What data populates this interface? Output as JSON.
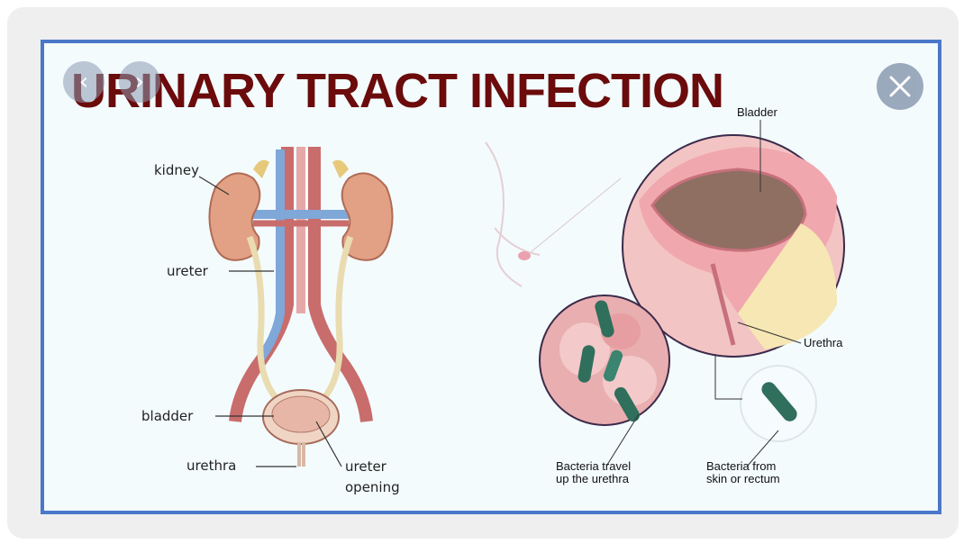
{
  "slide": {
    "title": "URINARY TRACT INFECTION",
    "left_labels": {
      "kidney": "kidney",
      "ureter": "ureter",
      "bladder": "bladder",
      "urethra": "urethra",
      "ureter_opening_1": "ureter",
      "ureter_opening_2": "opening"
    },
    "right_labels": {
      "bladder": "Bladder",
      "urethra": "Urethra",
      "bacteria_travel_1": "Bacteria travel",
      "bacteria_travel_2": "up the urethra",
      "bacteria_from_1": "Bacteria from",
      "bacteria_from_2": "skin or rectum"
    }
  },
  "viewer": {
    "prev_icon": "chevron-left-icon",
    "next_icon": "chevron-right-icon",
    "close_icon": "close-icon",
    "prev_glyph": "‹",
    "next_glyph": "›"
  },
  "colors": {
    "frame_border": "#4a78c9",
    "title": "#6b0b0b",
    "background": "#f3fbfd"
  }
}
